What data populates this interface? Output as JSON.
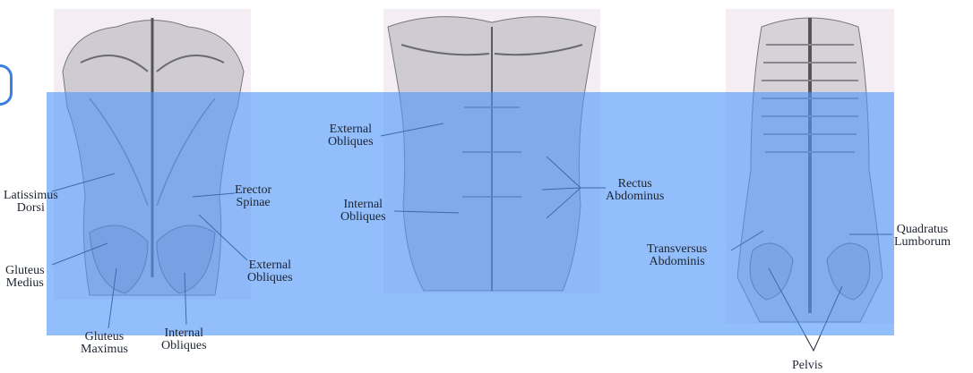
{
  "colors": {
    "overlay": "#5096fa",
    "tab_border": "#3d7fe0",
    "label_text": "#1e2430"
  },
  "figures": {
    "back": {
      "labels": {
        "latissimus": [
          "Latissimus",
          "Dorsi"
        ],
        "erector": [
          "Erector",
          "Spinae"
        ],
        "external_obliques": [
          "External",
          "Obliques"
        ],
        "gluteus_medius": [
          "Gluteus",
          "Medius"
        ],
        "gluteus_maximus": [
          "Gluteus",
          "Maximus"
        ],
        "internal_obliques": [
          "Internal",
          "Obliques"
        ]
      }
    },
    "front": {
      "labels": {
        "external_obliques": [
          "External",
          "Obliques"
        ],
        "internal_obliques": [
          "Internal",
          "Obliques"
        ],
        "rectus": [
          "Rectus",
          "Abdominus"
        ]
      }
    },
    "deep": {
      "labels": {
        "transversus": [
          "Transversus",
          "Abdominis"
        ],
        "quadratus": [
          "Quadratus",
          "Lumborum"
        ],
        "pelvis": [
          "Pelvis"
        ]
      }
    }
  }
}
